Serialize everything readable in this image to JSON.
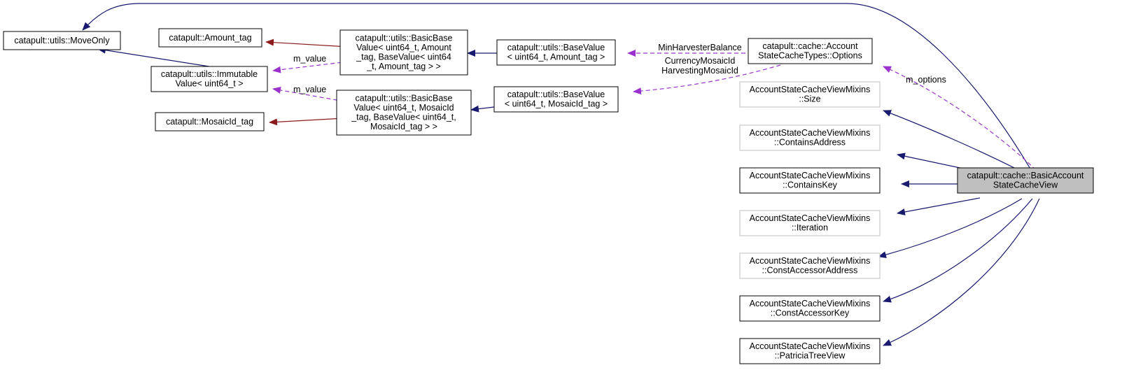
{
  "colors": {
    "inheritance": "#191970",
    "usage": "#9a32cd",
    "template": "#8b1a1a",
    "focus_fill": "#bfbfbf",
    "inactive_border": "#bfbfbf"
  },
  "nodes": {
    "move_only": [
      "catapult::utils::MoveOnly"
    ],
    "amount_tag": [
      "catapult::Amount_tag"
    ],
    "immutable_value": [
      "catapult::utils::Immutable",
      "Value< uint64_t >"
    ],
    "mosaic_id_tag": [
      "catapult::MosaicId_tag"
    ],
    "basic_base_amount": [
      "catapult::utils::BasicBase",
      "Value< uint64_t, Amount",
      "_tag, BaseValue< uint64",
      "_t, Amount_tag > >"
    ],
    "basic_base_mosaic": [
      "catapult::utils::BasicBase",
      "Value< uint64_t, MosaicId",
      "_tag, BaseValue< uint64_t,",
      "MosaicId_tag > >"
    ],
    "base_value_amount": [
      "catapult::utils::BaseValue",
      "< uint64_t, Amount_tag >"
    ],
    "base_value_mosaic": [
      "catapult::utils::BaseValue",
      "< uint64_t, MosaicId_tag >"
    ],
    "options": [
      "catapult::cache::Account",
      "StateCacheTypes::Options"
    ],
    "mixin_size": [
      "AccountStateCacheViewMixins",
      "::Size"
    ],
    "mixin_contains_address": [
      "AccountStateCacheViewMixins",
      "::ContainsAddress"
    ],
    "mixin_contains_key": [
      "AccountStateCacheViewMixins",
      "::ContainsKey"
    ],
    "mixin_iteration": [
      "AccountStateCacheViewMixins",
      "::Iteration"
    ],
    "mixin_const_accessor_address": [
      "AccountStateCacheViewMixins",
      "::ConstAccessorAddress"
    ],
    "mixin_const_accessor_key": [
      "AccountStateCacheViewMixins",
      "::ConstAccessorKey"
    ],
    "mixin_patricia_tree_view": [
      "AccountStateCacheViewMixins",
      "::PatriciaTreeView"
    ],
    "basic_account_state_cache_view": [
      "catapult::cache::BasicAccount",
      "StateCacheView"
    ]
  },
  "edge_labels": {
    "m_value_amount": "m_value",
    "m_value_mosaic": "m_value",
    "min_harvester_balance": "MinHarvesterBalance",
    "currency_mosaic_id": "CurrencyMosaicId",
    "harvesting_mosaic_id": "HarvestingMosaicId",
    "m_options": "m_options"
  }
}
